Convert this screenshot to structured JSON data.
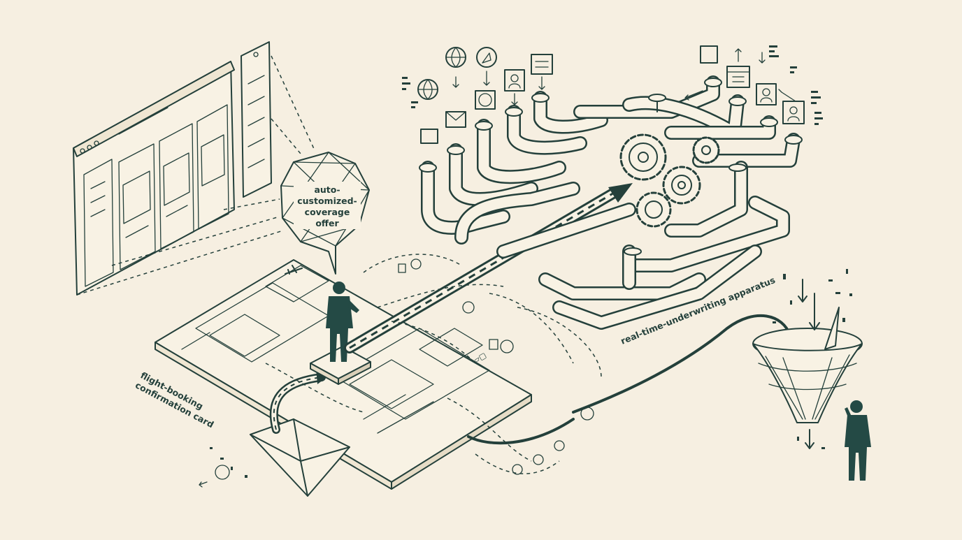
{
  "labels": {
    "offer_line1": "auto-",
    "offer_line2": "customized-",
    "offer_line3": "coverage",
    "offer_line4": "offer",
    "booking_line1": "flight-booking",
    "booking_line2": "confirmation card",
    "apparatus": "real-time-underwriting apparatus"
  },
  "colors": {
    "background": "#f6efe1",
    "ink": "#24403b",
    "paper": "#f8f2e4",
    "silhouette": "#244a45"
  },
  "icons": [
    "globe-icon",
    "compass-icon",
    "person-icon",
    "id-card-icon",
    "envelope-icon",
    "calendar-icon",
    "gear-icon",
    "valve-icon",
    "airplane-icon",
    "funnel-icon"
  ]
}
